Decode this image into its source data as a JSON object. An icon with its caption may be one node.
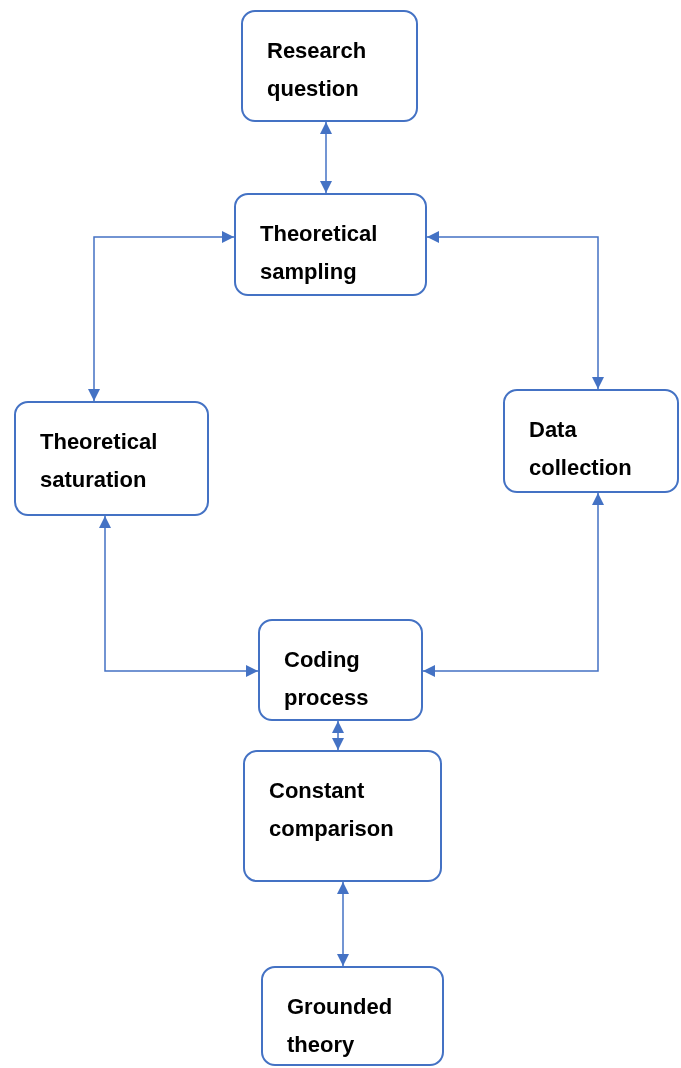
{
  "diagram": {
    "nodes": [
      {
        "text": [
          "Research question"
        ]
      },
      {
        "text": [
          "Theoretical sampling"
        ]
      },
      {
        "text": [
          "Theoretical saturation"
        ]
      },
      {
        "text": [
          "Data collection"
        ]
      },
      {
        "text": [
          "Coding process"
        ]
      },
      {
        "text": [
          "Constant comparison"
        ]
      },
      {
        "text": [
          "Grounded theory"
        ]
      }
    ],
    "edges": [
      {
        "from": 0,
        "to": 1,
        "arrow": "both"
      },
      {
        "from": 1,
        "to": 2,
        "arrow": "both"
      },
      {
        "from": 1,
        "to": 3,
        "arrow": "both"
      },
      {
        "from": 2,
        "to": 4,
        "arrow": "both"
      },
      {
        "from": 3,
        "to": 4,
        "arrow": "both"
      },
      {
        "from": 4,
        "to": 5,
        "arrow": "both"
      },
      {
        "from": 5,
        "to": 6,
        "arrow": "both"
      }
    ]
  }
}
